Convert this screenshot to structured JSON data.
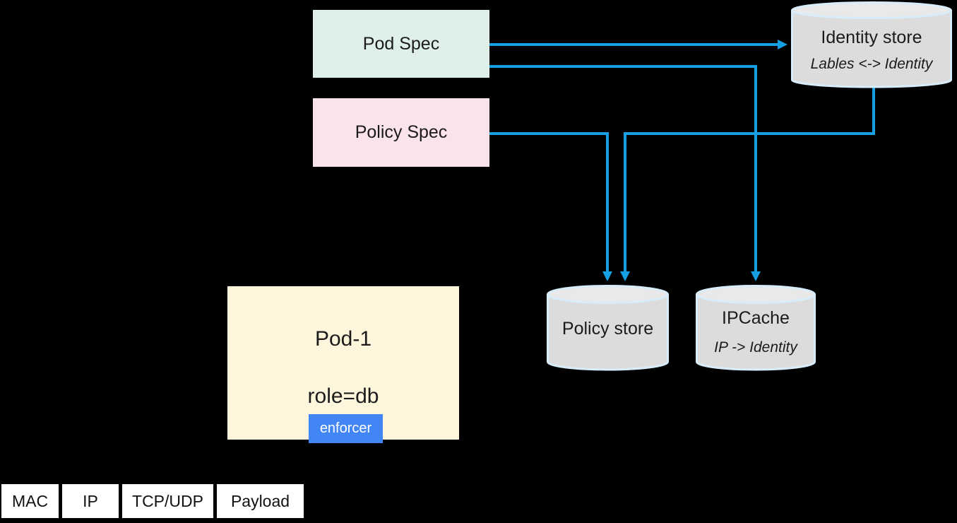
{
  "colors": {
    "background": "#000000",
    "wire_blue": "#16a0e3",
    "pod_spec_fill": "#dff0e8",
    "policy_spec_fill": "#fbe3ed",
    "pod1_fill": "#fdf6dd",
    "enforcer_fill": "#4285f4",
    "cylinder_fill": "#dcdcdc",
    "cylinder_top_fill": "#e9e9e9",
    "cylinder_outline": "#d8edf9",
    "packet_fill": "#ffffff"
  },
  "nodes": {
    "pod_spec": {
      "label": "Pod Spec"
    },
    "policy_spec": {
      "label": "Policy Spec"
    },
    "identity_store": {
      "title": "Identity store",
      "subtitle": "Lables <-> Identity"
    },
    "policy_store": {
      "title": "Policy store"
    },
    "ipcache": {
      "title": "IPCache",
      "subtitle": "IP -> Identity"
    },
    "pod1": {
      "title": "Pod-1",
      "label_selector": "role=db"
    },
    "enforcer": {
      "label": "enforcer"
    }
  },
  "packet": {
    "fields": [
      "MAC",
      "IP",
      "TCP/UDP",
      "Payload"
    ]
  }
}
